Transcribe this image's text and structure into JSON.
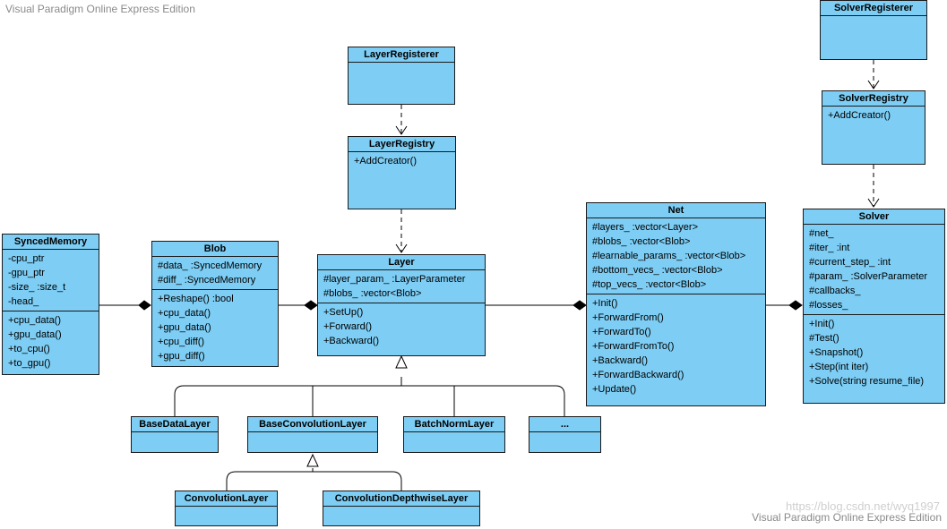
{
  "watermark_top": "Visual Paradigm Online Express Edition",
  "watermark_bottom": "Visual Paradigm Online Express Edition",
  "watermark_url": "https://blog.csdn.net/wyq1997",
  "classes": {
    "synced_memory": {
      "name": "SyncedMemory",
      "attributes": [
        "-cpu_ptr",
        "-gpu_ptr",
        "-size_ :size_t",
        "-head_"
      ],
      "operations": [
        "+cpu_data()",
        "+gpu_data()",
        "+to_cpu()",
        "+to_gpu()"
      ]
    },
    "blob": {
      "name": "Blob",
      "attributes": [
        "#data_ :SyncedMemory",
        "#diff_ :SyncedMemory"
      ],
      "operations": [
        "+Reshape() :bool",
        "+cpu_data()",
        "+gpu_data()",
        "+cpu_diff()",
        "+gpu_diff()"
      ]
    },
    "layer": {
      "name": "Layer",
      "attributes": [
        "#layer_param_ :LayerParameter",
        "#blobs_ :vector<Blob>"
      ],
      "operations": [
        "+SetUp()",
        "+Forward()",
        "+Backward()"
      ]
    },
    "layer_registerer": {
      "name": "LayerRegisterer"
    },
    "layer_registry": {
      "name": "LayerRegistry",
      "operations": [
        "+AddCreator()"
      ]
    },
    "net": {
      "name": "Net",
      "attributes": [
        "#layers_ :vector<Layer>",
        "#blobs_ :vector<Blob>",
        "#learnable_params_ :vector<Blob>",
        "#bottom_vecs_ :vector<Blob>",
        "#top_vecs_ :vector<Blob>"
      ],
      "operations": [
        "+Init()",
        "+ForwardFrom()",
        "+ForwardTo()",
        "+ForwardFromTo()",
        "+Backward()",
        "+ForwardBackward()",
        "+Update()"
      ]
    },
    "solver_registerer": {
      "name": "SolverRegisterer"
    },
    "solver_registry": {
      "name": "SolverRegistry",
      "operations": [
        "+AddCreator()"
      ]
    },
    "solver": {
      "name": "Solver",
      "attributes": [
        "#net_",
        "#iter_ :int",
        "#current_step_ :int",
        "#param_ :SolverParameter",
        "#callbacks_",
        "#losses_"
      ],
      "operations": [
        "+Init()",
        "#Test()",
        "+Snapshot()",
        "+Step(int iter)",
        "+Solve(string resume_file)"
      ]
    },
    "base_data_layer": {
      "name": "BaseDataLayer"
    },
    "base_convolution_layer": {
      "name": "BaseConvolutionLayer"
    },
    "batch_norm_layer": {
      "name": "BatchNormLayer"
    },
    "ellipsis_layer": {
      "name": "..."
    },
    "convolution_layer": {
      "name": "ConvolutionLayer"
    },
    "convolution_depthwise_layer": {
      "name": "ConvolutionDepthwiseLayer"
    }
  }
}
